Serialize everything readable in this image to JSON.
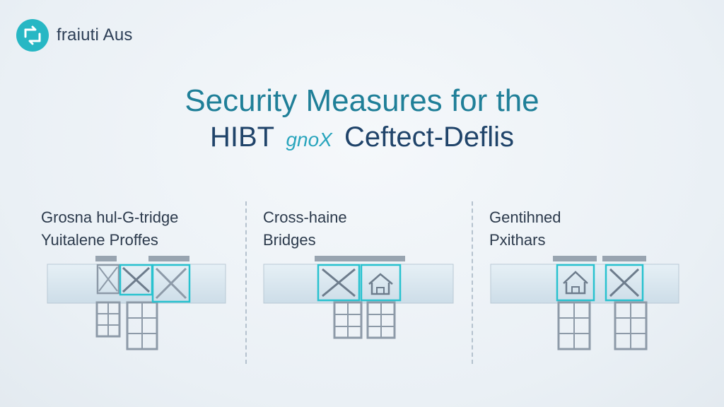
{
  "brand": {
    "name": "fraiuti Aus",
    "mark": "arrows-cycle-icon",
    "accent": "#27b7c4"
  },
  "title": {
    "line1": "Security Measures for the",
    "line2_a": "HIBT",
    "line2_b": "gnoX",
    "line2_c": "Ceftect-Deflis"
  },
  "panels": [
    {
      "label": "Grosna hul-G-tridge\nYuitalene Proffes",
      "icons": [
        "x-box-icon",
        "x-box-icon",
        "x-box-icon"
      ]
    },
    {
      "label": "Cross-haine\nBridges",
      "icons": [
        "x-box-icon",
        "house-icon"
      ]
    },
    {
      "label": "Gentihned\nPxithars",
      "icons": [
        "house-icon",
        "x-box-icon"
      ]
    }
  ],
  "colors": {
    "accent": "#29c2cf",
    "bar": "#d8e6ef",
    "gray": "#8d9aa8",
    "text": "#2c3a4c"
  }
}
